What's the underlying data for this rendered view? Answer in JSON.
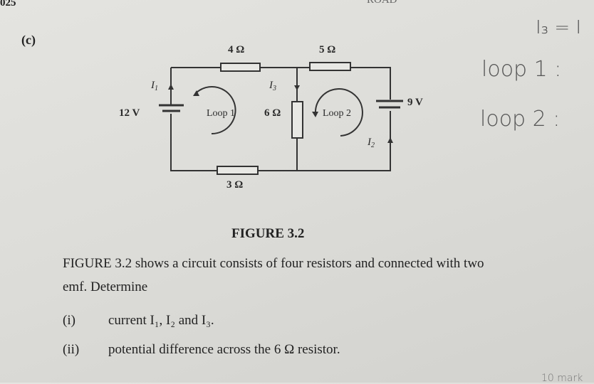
{
  "page_header": {
    "number": "025",
    "right_fragment": "ROAD"
  },
  "question_part": "(c)",
  "figure": {
    "caption": "FIGURE 3.2",
    "labels": {
      "r1": "4 Ω",
      "r2": "5 Ω",
      "r3": "6 Ω",
      "r4": "3 Ω",
      "v1": "12 V",
      "v2": "9 V",
      "loop1": "Loop 1",
      "loop2": "Loop 2",
      "i1": "I",
      "i1_sub": "1",
      "i2": "I",
      "i2_sub": "2",
      "i3": "I",
      "i3_sub": "3"
    }
  },
  "text": {
    "line1": "FIGURE 3.2 shows a circuit consists of four resistors and connected with two",
    "line2": "emf. Determine",
    "item1_num": "(i)",
    "item1_text": "current I₁, I₂ and I₃.",
    "item2_num": "(ii)",
    "item2_text": "potential difference across the 6 Ω resistor."
  },
  "handwriting": {
    "note1": "I₃ = I",
    "note2": "loop 1 :",
    "note3": "loop 2 :",
    "note4": "10 mark"
  }
}
